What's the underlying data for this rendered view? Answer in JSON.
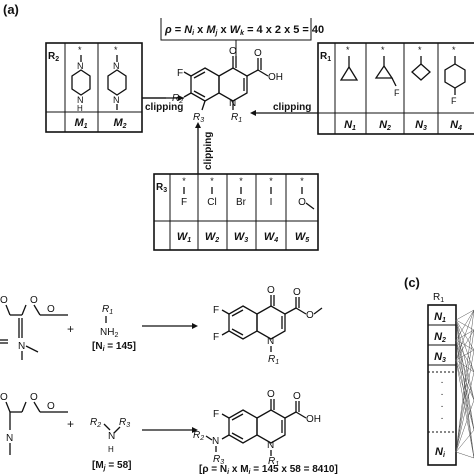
{
  "panel_a": {
    "label": "(a)"
  },
  "panel_c": {
    "label": "(c)"
  },
  "formula": {
    "rho": "ρ",
    "Ni": "N",
    "Mj": "M",
    "Wk": "W",
    "tail": " = 4 x 2 x 5 = 40"
  },
  "core_labels": {
    "F": "F",
    "O": "O",
    "OH": "OH",
    "N": "N",
    "R1": "R",
    "R2": "R",
    "R3": "R"
  },
  "r2_table": {
    "header": "R",
    "star": "*",
    "atoms": {
      "N": "N",
      "H": "H"
    },
    "cells": [
      {
        "main": "M",
        "sub": "1"
      },
      {
        "main": "M",
        "sub": "2"
      }
    ]
  },
  "r1_table": {
    "header": "R",
    "star": "*",
    "atoms": {
      "F": "F"
    },
    "cells": [
      {
        "main": "N",
        "sub": "1"
      },
      {
        "main": "N",
        "sub": "2"
      },
      {
        "main": "N",
        "sub": "3"
      },
      {
        "main": "N",
        "sub": "4"
      }
    ]
  },
  "r3_table": {
    "header": "R",
    "star": "*",
    "atoms": [
      "F",
      "Cl",
      "Br",
      "I",
      "O"
    ],
    "cells": [
      {
        "main": "W",
        "sub": "1"
      },
      {
        "main": "W",
        "sub": "2"
      },
      {
        "main": "W",
        "sub": "3"
      },
      {
        "main": "W",
        "sub": "4"
      },
      {
        "main": "W",
        "sub": "5"
      }
    ]
  },
  "clipping": "clipping",
  "reaction1": {
    "plus": "+",
    "reagent": "R",
    "reagent_sub": "1",
    "nh2": "NH",
    "count": "[N",
    "count_rest": " = 145]"
  },
  "reaction2": {
    "plus": "+",
    "count": "[M",
    "count_rest": " = 58]",
    "product_count": "[ρ = N",
    "product_count_mid": " x M",
    "product_count_rest": " = 145 x 58 = 8410]"
  },
  "panel_c_list": {
    "header": "R",
    "header_sub": "1",
    "rows": [
      {
        "main": "N",
        "sub": "1"
      },
      {
        "main": "N",
        "sub": "2"
      },
      {
        "main": "N",
        "sub": "3"
      },
      {
        "main": "N",
        "sub": "i"
      }
    ],
    "dots": "·"
  }
}
